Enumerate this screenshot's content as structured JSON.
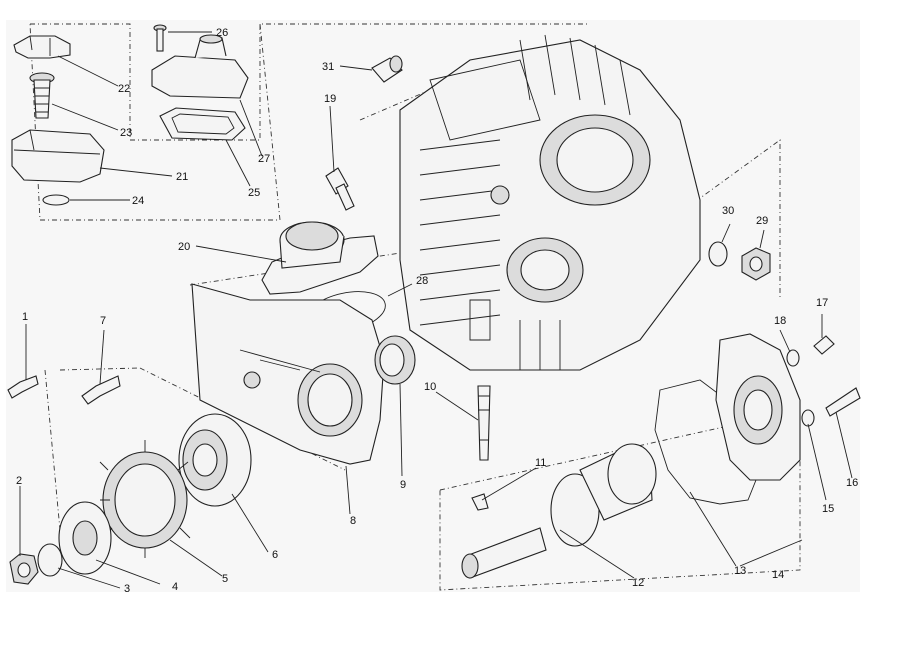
{
  "diagram": {
    "colors": {
      "background": "#ffffff",
      "line": "#222222",
      "part_fill": "#f4f4f4"
    },
    "labels": [
      "1",
      "2",
      "3",
      "4",
      "5",
      "6",
      "7",
      "8",
      "9",
      "10",
      "11",
      "12",
      "13",
      "14",
      "15",
      "16",
      "17",
      "18",
      "19",
      "20",
      "21",
      "22",
      "23",
      "24",
      "25",
      "26",
      "27",
      "28",
      "29",
      "30",
      "31"
    ]
  }
}
